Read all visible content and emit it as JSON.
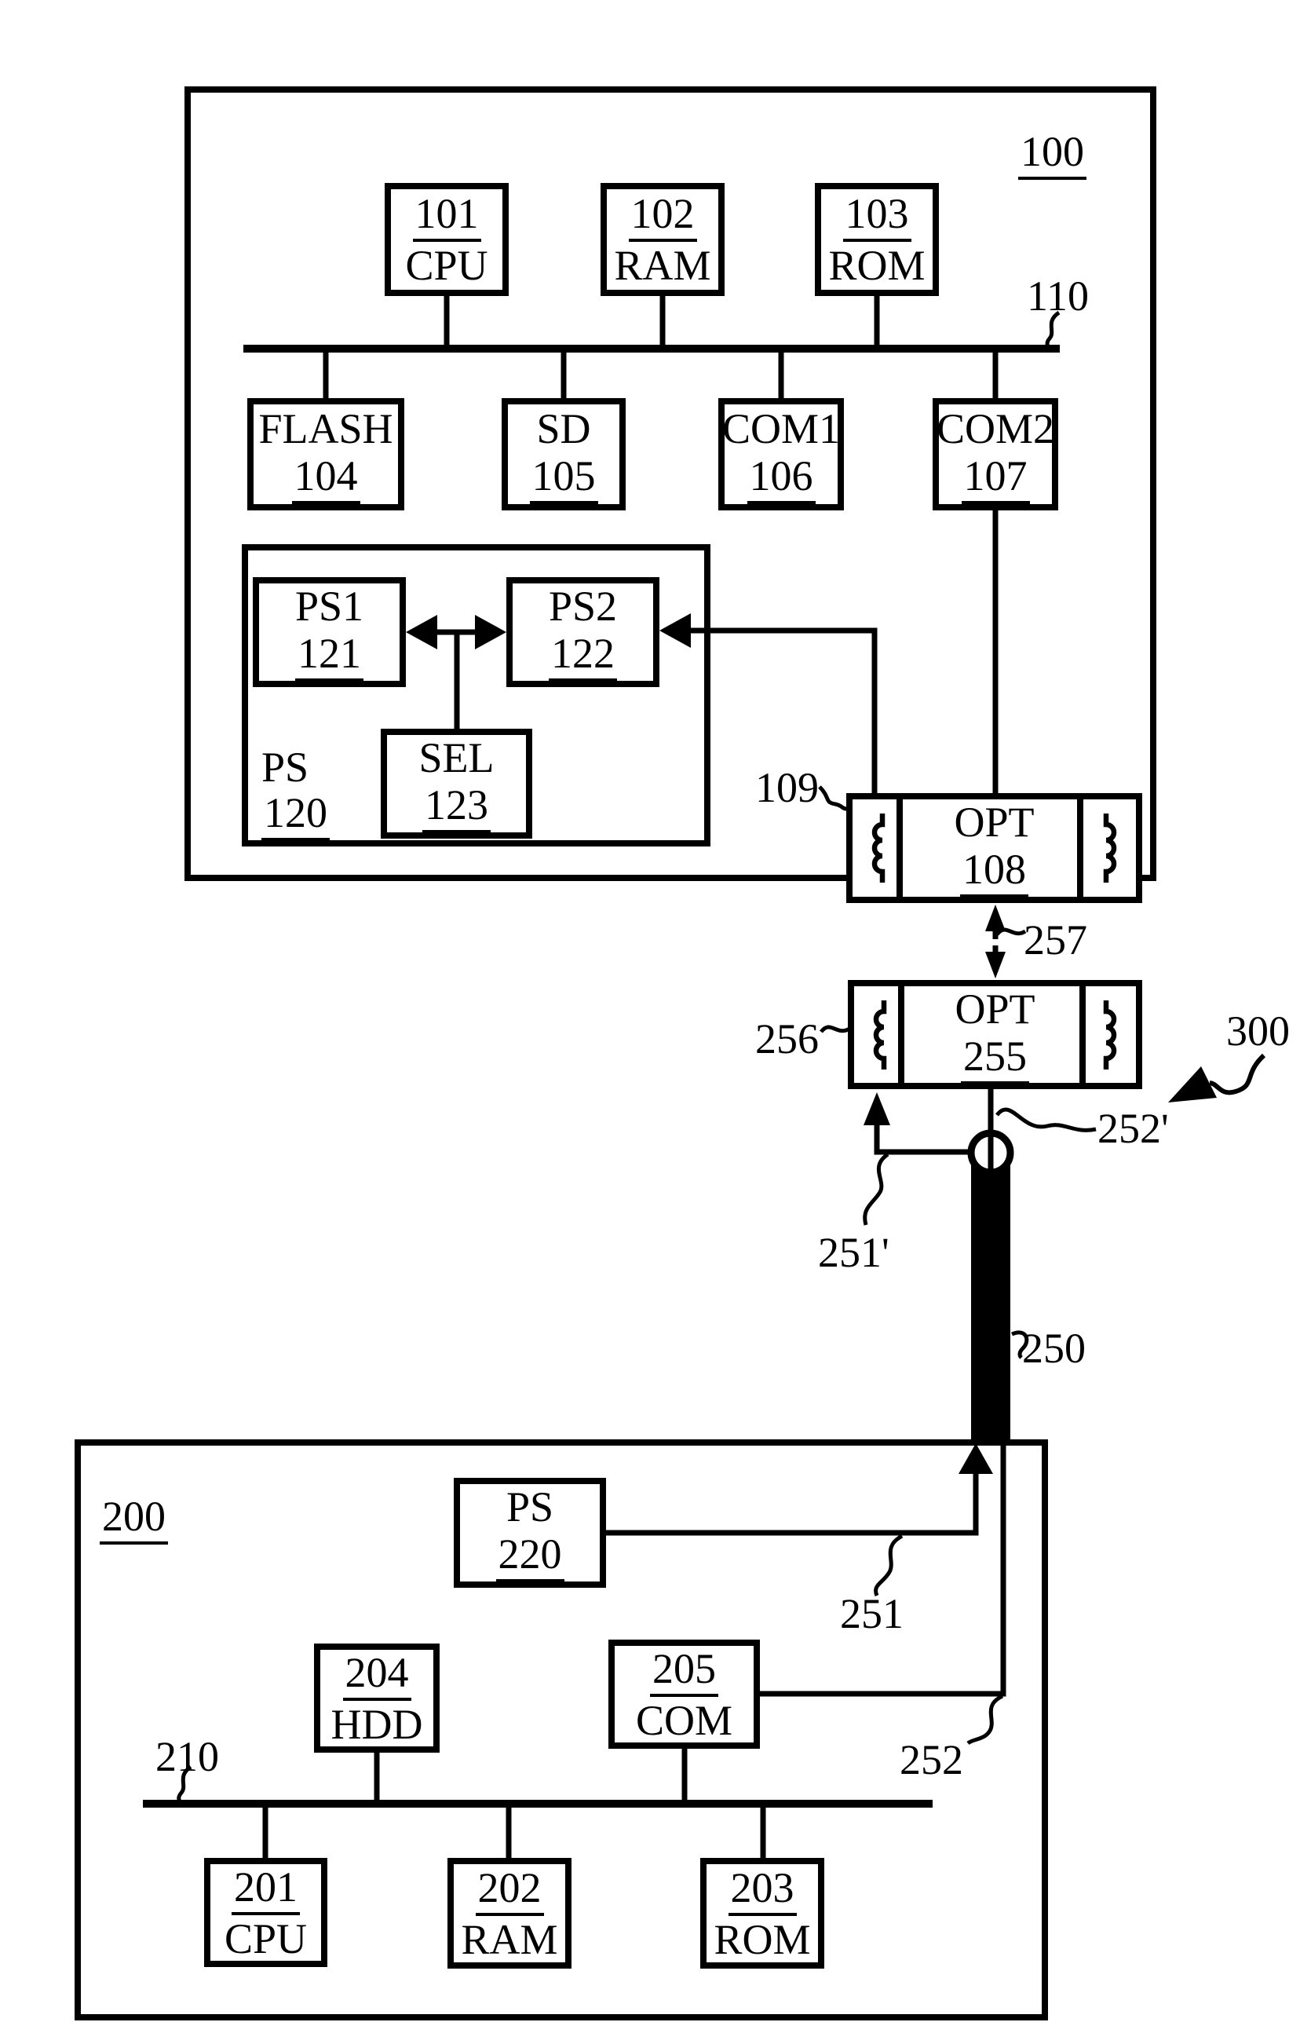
{
  "device100": {
    "ref_label": "100",
    "bus_label": "110",
    "cpu": {
      "num": "101",
      "name": "CPU"
    },
    "ram": {
      "num": "102",
      "name": "RAM"
    },
    "rom": {
      "num": "103",
      "name": "ROM"
    },
    "flash": {
      "name": "FLASH",
      "num": "104"
    },
    "sd": {
      "name": "SD",
      "num": "105"
    },
    "com1": {
      "name": "COM1",
      "num": "106"
    },
    "com2": {
      "name": "COM2",
      "num": "107"
    },
    "ps_group": {
      "name": "PS",
      "num": "120"
    },
    "ps1": {
      "name": "PS1",
      "num": "121"
    },
    "ps2": {
      "name": "PS2",
      "num": "122"
    },
    "sel": {
      "name": "SEL",
      "num": "123"
    },
    "opt": {
      "name": "OPT",
      "num": "108"
    },
    "opt_port_label": "109"
  },
  "link": {
    "opt255": {
      "name": "OPT",
      "num": "255"
    },
    "label_256": "256",
    "label_257": "257",
    "label_300": "300",
    "label_252_prime": "252'",
    "label_251_prime": "251'",
    "label_250": "250"
  },
  "device200": {
    "ref_label": "200",
    "bus_label": "210",
    "ps": {
      "name": "PS",
      "num": "220"
    },
    "hdd": {
      "num": "204",
      "name": "HDD"
    },
    "com": {
      "num": "205",
      "name": "COM"
    },
    "cpu": {
      "num": "201",
      "name": "CPU"
    },
    "ram": {
      "num": "202",
      "name": "RAM"
    },
    "rom": {
      "num": "203",
      "name": "ROM"
    },
    "label_251": "251",
    "label_252": "252"
  },
  "colors": {
    "ink": "#000000",
    "paper": "#ffffff"
  }
}
